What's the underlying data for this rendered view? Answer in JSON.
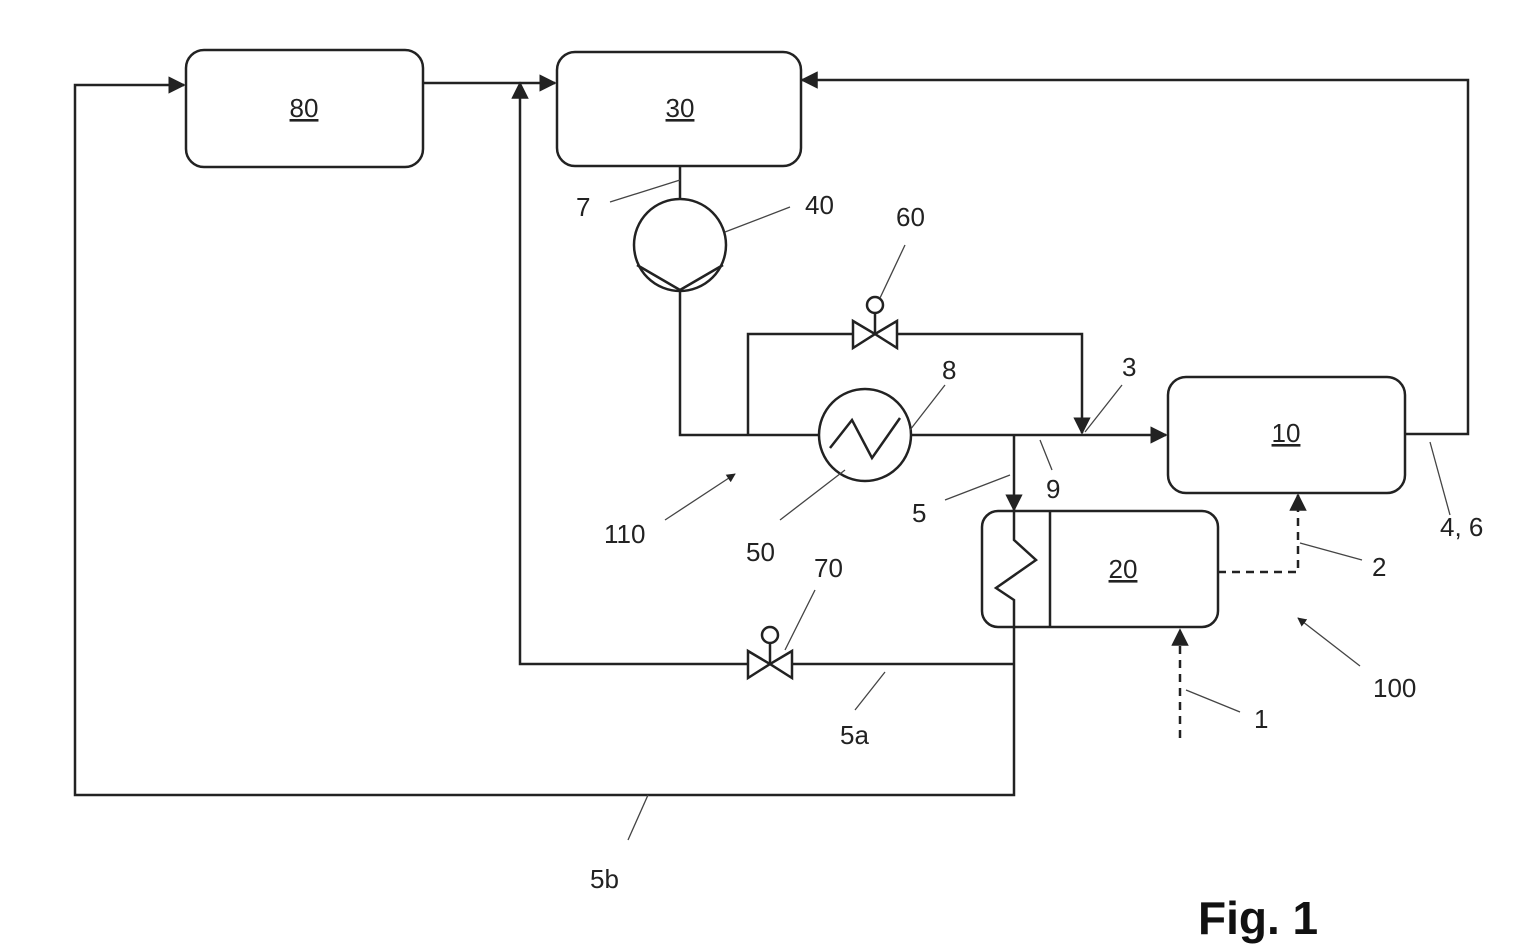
{
  "blocks": {
    "b80": "80",
    "b30": "30",
    "b10": "10",
    "b20": "20"
  },
  "refs": {
    "r7": "7",
    "r40": "40",
    "r60": "60",
    "r8": "8",
    "r3": "3",
    "r110": "110",
    "r50": "50",
    "r5": "5",
    "r9": "9",
    "r70": "70",
    "r2": "2",
    "r46": "4, 6",
    "r1": "1",
    "r100": "100",
    "r5a": "5a",
    "r5b": "5b"
  },
  "figure": {
    "title": "Fig. 1"
  }
}
